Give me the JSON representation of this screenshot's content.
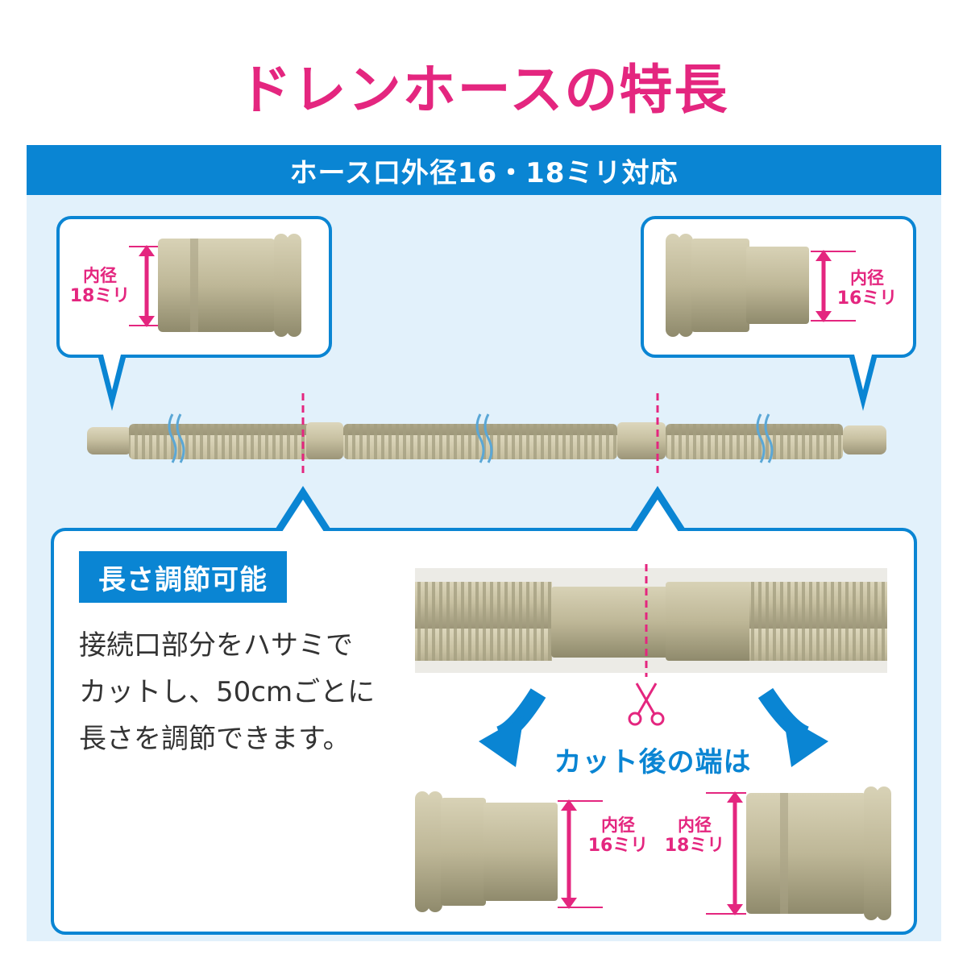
{
  "title": "ドレンホースの特長",
  "banner": "ホース口外径16・18ミリ対応",
  "top_left_callout": {
    "label_line1": "内径",
    "label_line2": "18ミリ"
  },
  "top_right_callout": {
    "label_line1": "内径",
    "label_line2": "16ミリ"
  },
  "feature": {
    "badge": "長さ調節可能",
    "description_lines": [
      "接続口部分をハサミで",
      "カットし、50cmごとに",
      "長さを調節できます。"
    ]
  },
  "cut_caption": "カット後の端は",
  "result_left": {
    "label_line1": "内径",
    "label_line2": "16ミリ"
  },
  "result_right": {
    "label_line1": "内径",
    "label_line2": "18ミリ"
  },
  "colors": {
    "accent_pink": "#e4267f",
    "accent_blue": "#0a85d3",
    "panel_bg": "#e2f1fb",
    "hose_beige": "#c9c2a4"
  },
  "icons": [
    "scissors-icon",
    "curved-arrow-left-icon",
    "curved-arrow-right-icon",
    "break-mark-icon"
  ]
}
